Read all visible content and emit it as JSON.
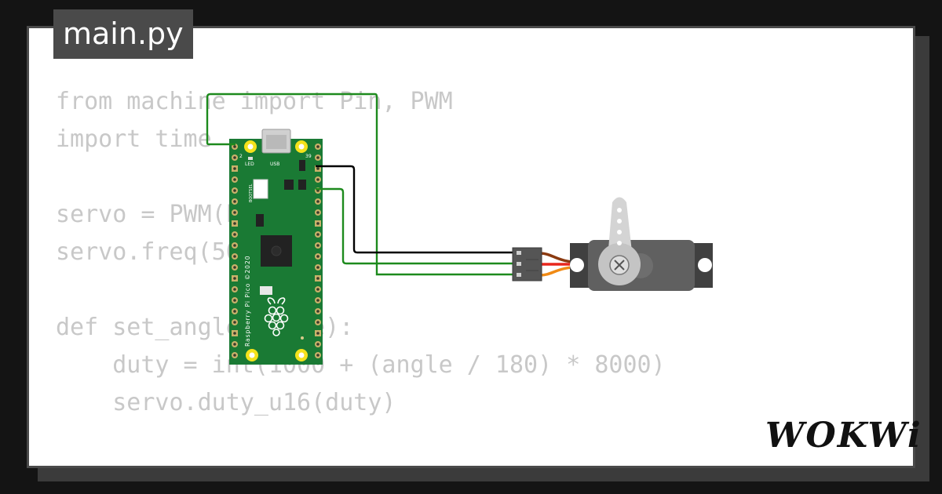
{
  "file_tab": {
    "label": "main.py"
  },
  "code_lines": [
    "from machine import Pin, PWM",
    "import time",
    "",
    "servo = PWM(Pin(0))",
    "servo.freq(50)",
    "",
    "def set_angle(angle):",
    "    duty = int(1000 + (angle / 180) * 8000)",
    "    servo.duty_u16(duty)"
  ],
  "board": {
    "labels": {
      "led": "LED",
      "usb": "USB",
      "bootsel": "BOOTSEL",
      "pin_2": "2",
      "pin_39": "39",
      "silkscreen": "Raspberry Pi Pico ©2020"
    }
  },
  "logo": {
    "text": "WOKWi"
  },
  "colors": {
    "pcb": "#1a7a34",
    "wire_green": "#1d8a1d",
    "wire_black": "#000000",
    "servo_body": "#606060",
    "pad_yellow": "#f4e21b",
    "servo_wire_brown": "#8b3a10",
    "servo_wire_red": "#e8261c",
    "servo_wire_orange": "#f08a14"
  }
}
